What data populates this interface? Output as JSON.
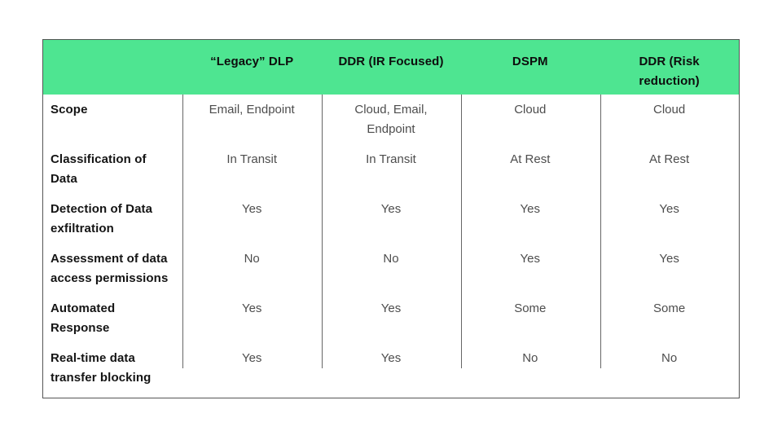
{
  "table": {
    "header": {
      "bg_color": "#4ee591",
      "columns": [
        "",
        "“Legacy” DLP",
        "DDR (IR Focused)",
        "DSPM",
        "DDR (Risk reduction)"
      ]
    },
    "rows": [
      {
        "label": "Scope",
        "values": [
          "Email, Endpoint",
          "Cloud, Email, Endpoint",
          "Cloud",
          "Cloud"
        ]
      },
      {
        "label": "Classification of Data",
        "values": [
          "In Transit",
          "In Transit",
          "At Rest",
          "At Rest"
        ]
      },
      {
        "label": "Detection of Data exfiltration",
        "values": [
          "Yes",
          "Yes",
          "Yes",
          "Yes"
        ]
      },
      {
        "label": "Assessment of data access permissions",
        "values": [
          "No",
          "No",
          "Yes",
          "Yes"
        ]
      },
      {
        "label": "Automated Response",
        "values": [
          "Yes",
          "Yes",
          "Some",
          "Some"
        ]
      },
      {
        "label": "Real-time data transfer blocking",
        "values": [
          "Yes",
          "Yes",
          "No",
          "No"
        ]
      }
    ]
  }
}
